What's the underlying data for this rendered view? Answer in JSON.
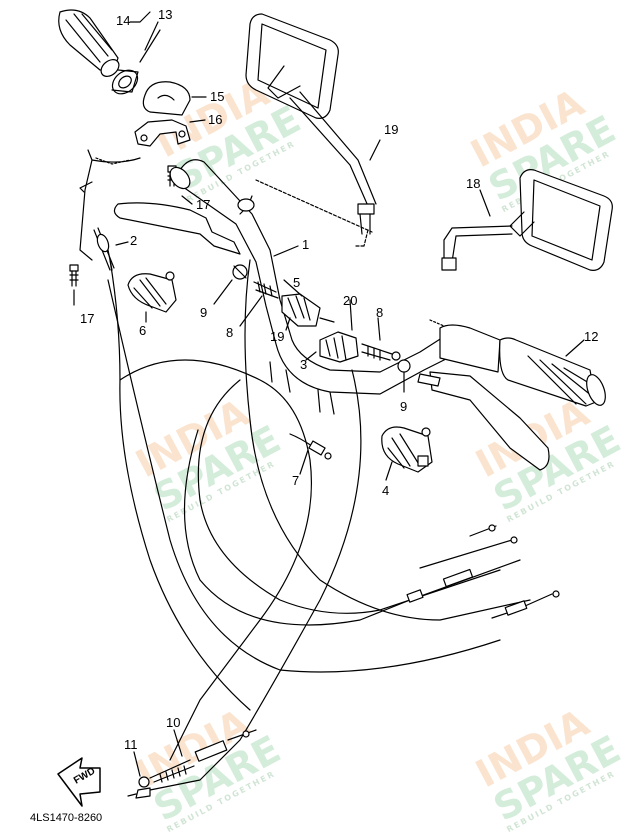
{
  "diagram": {
    "document_code": "4LS1470-8260",
    "fwd_label": "FWD",
    "watermark": {
      "line1": "INDIA",
      "line2": "SPARE",
      "tagline": "REBUILD TOGETHER"
    },
    "callouts": [
      "14",
      "13",
      "15",
      "16",
      "17",
      "19",
      "18",
      "2",
      "1",
      "5",
      "20",
      "8",
      "12",
      "6",
      "9",
      "8",
      "19",
      "3",
      "17",
      "9",
      "7",
      "4",
      "10",
      "11"
    ]
  },
  "colors": {
    "line": "#000000",
    "watermark_orange": "#f08a2a",
    "watermark_green": "#3fae5a",
    "background": "#ffffff"
  }
}
